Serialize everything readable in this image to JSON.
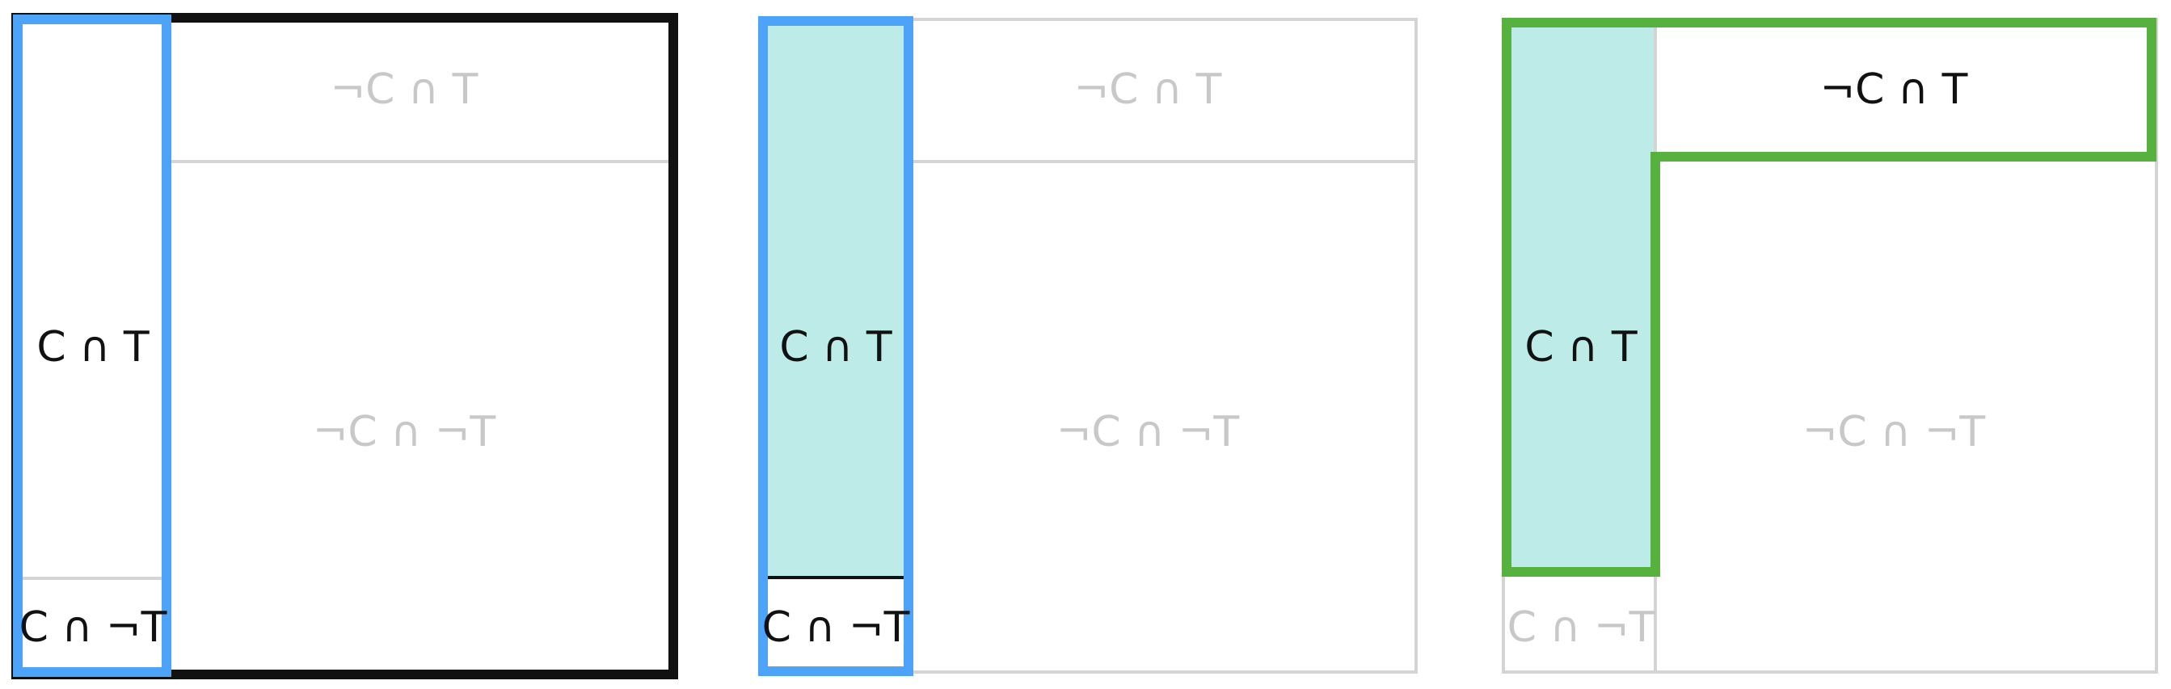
{
  "colors": {
    "blue_outline": "#4da3f7",
    "green_outline": "#56b13f",
    "black_outline": "#111111",
    "grid_gray": "#d4d4d4",
    "teal_fill": "#bdece8",
    "text_dark": "#111111",
    "text_faint": "#c8c8c8"
  },
  "labels": {
    "c_and_t": "C ∩ T",
    "c_and_not_t": "C ∩ ¬T",
    "not_c_and_t": "¬C ∩ T",
    "not_c_and_not_t": "¬C ∩ ¬T"
  },
  "panels": [
    {
      "id": "panel-1",
      "highlight": "blue column",
      "teal_fill": false,
      "frame": "black",
      "cells": [
        {
          "key": "c_and_t",
          "style": "dark"
        },
        {
          "key": "c_and_not_t",
          "style": "dark"
        },
        {
          "key": "not_c_and_t",
          "style": "faint"
        },
        {
          "key": "not_c_and_not_t",
          "style": "faint"
        }
      ]
    },
    {
      "id": "panel-2",
      "highlight": "blue column",
      "teal_fill": true,
      "frame": "gray",
      "cells": [
        {
          "key": "c_and_t",
          "style": "dark"
        },
        {
          "key": "c_and_not_t",
          "style": "dark"
        },
        {
          "key": "not_c_and_t",
          "style": "faint"
        },
        {
          "key": "not_c_and_not_t",
          "style": "faint"
        }
      ]
    },
    {
      "id": "panel-3",
      "highlight": "green L-shape",
      "teal_fill": true,
      "frame": "gray",
      "cells": [
        {
          "key": "c_and_t",
          "style": "dark"
        },
        {
          "key": "c_and_not_t",
          "style": "faint"
        },
        {
          "key": "not_c_and_t",
          "style": "dark"
        },
        {
          "key": "not_c_and_not_t",
          "style": "faint"
        }
      ]
    }
  ]
}
